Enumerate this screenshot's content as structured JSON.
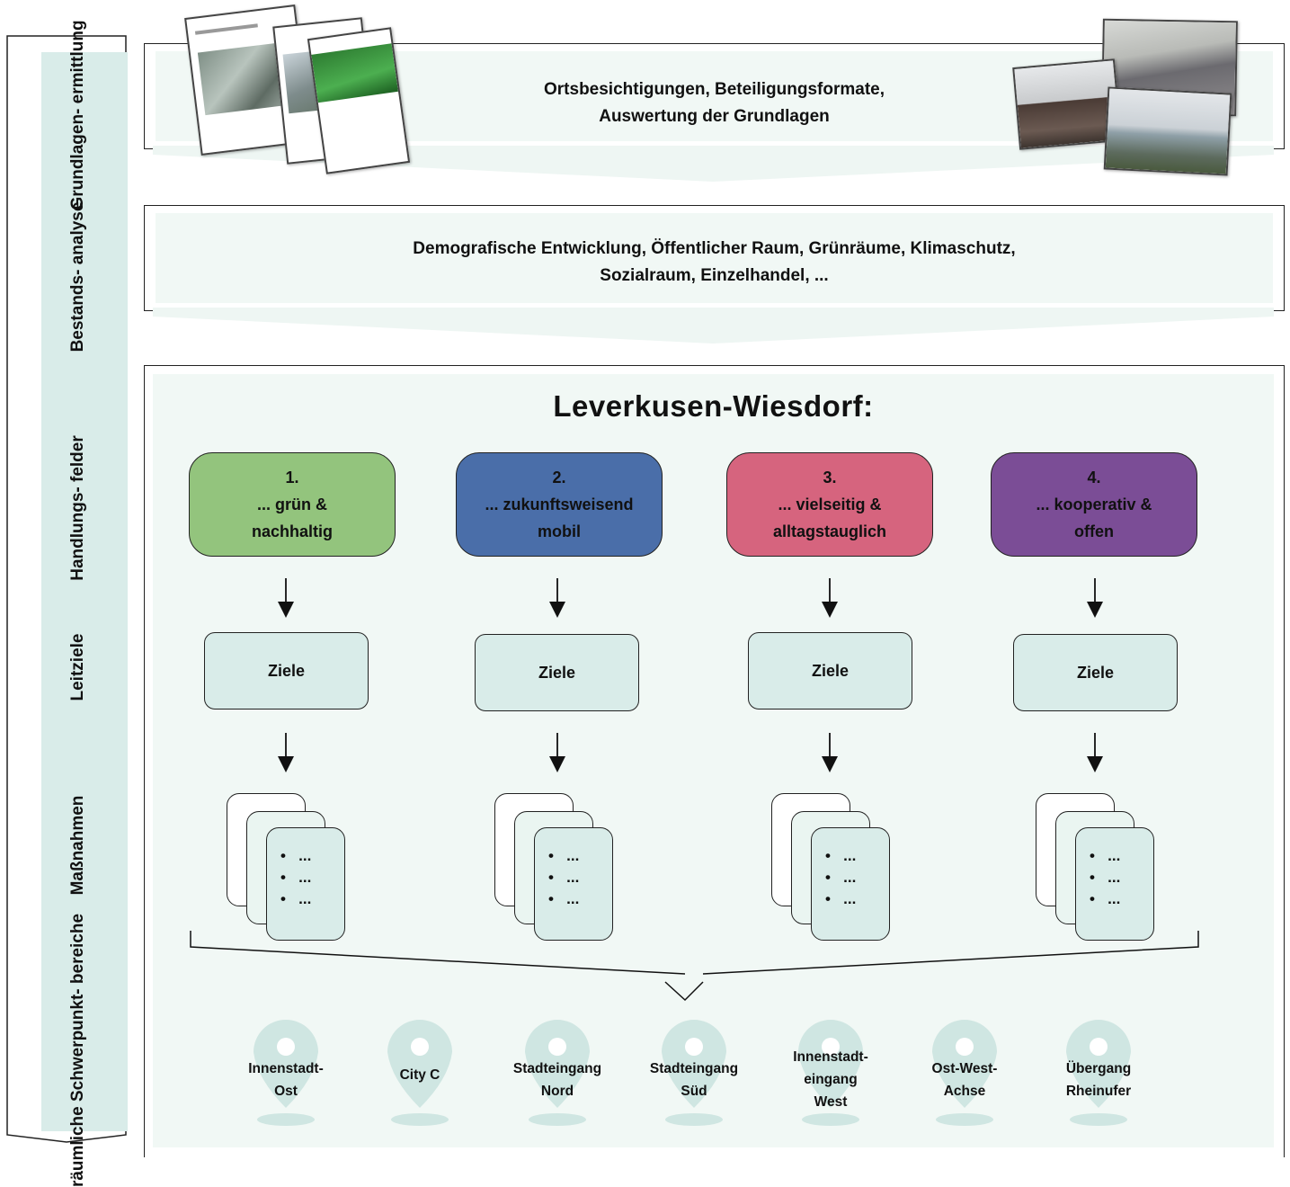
{
  "axis_labels": {
    "grundlagen": "Grundlagen-\nermittlung",
    "bestand": "Bestands-\nanalyse",
    "handlung": "Handlungs-\nfelder",
    "leitziele": "Leitziele",
    "massnahmen": "Maßnahmen",
    "raeumlich": "räumliche\nSchwerpunkt-\nbereiche"
  },
  "stage1": {
    "text": "Ortsbesichtigungen, Beteiligungsformate,\nAuswertung der Grundlagen"
  },
  "stage2": {
    "text": "Demografische Entwicklung, Öffentlicher Raum, Grünräume, Klimaschutz,\nSozialraum, Einzelhandel, ..."
  },
  "main": {
    "title": "Leverkusen-Wiesdorf:",
    "fields": [
      {
        "number": "1.",
        "line1": "... grün &",
        "line2": "nachhaltig",
        "color": "#93c47d"
      },
      {
        "number": "2.",
        "line1": "... zukunftsweisend",
        "line2": "mobil",
        "color": "#4a6ea9"
      },
      {
        "number": "3.",
        "line1": "... vielseitig &",
        "line2": "alltagstauglich",
        "color": "#d6647e"
      },
      {
        "number": "4.",
        "line1": "... kooperativ &",
        "line2": "offen",
        "color": "#7b4d96"
      }
    ],
    "goal_label": "Ziele",
    "goals": [
      "Ziele",
      "Ziele",
      "Ziele",
      "Ziele"
    ],
    "measure_items": [
      "...",
      "...",
      "..."
    ]
  },
  "areas": [
    "Innenstadt-\nOst",
    "City C",
    "Stadteingang\nNord",
    "Stadteingang\nSüd",
    "Innenstadt-\neingang\nWest",
    "Ost-West-\nAchse",
    "Übergang\nRheinufer"
  ],
  "colors": {
    "panel_bg": "#f1f8f5",
    "axis_band": "#d9ece9",
    "pin": "#cfe6e2",
    "goal_bg": "#d9ece9"
  }
}
